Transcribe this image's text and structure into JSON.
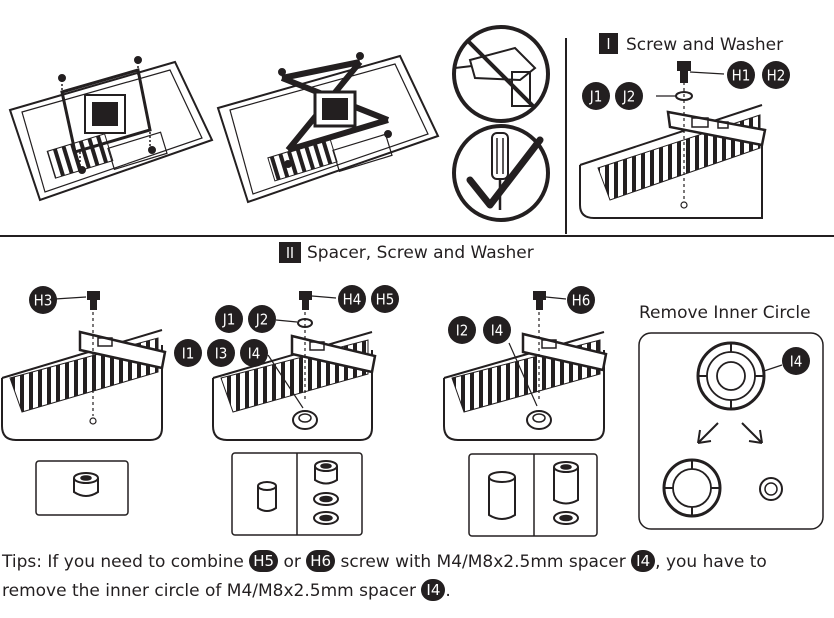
{
  "section1": {
    "roman": "I",
    "title": "Screw and Washer"
  },
  "section2": {
    "roman": "II",
    "title": "Spacer, Screw and Washer"
  },
  "remove": {
    "title": "Remove Inner Circle"
  },
  "badges": {
    "h1": "H1",
    "h2": "H2",
    "h3": "H3",
    "h4": "H4",
    "h5": "H5",
    "h6": "H6",
    "j1": "J1",
    "j2": "J2",
    "i1": "I1",
    "i2": "I2",
    "i3": "I3",
    "i4": "I4"
  },
  "tips": {
    "p1": "Tips: If you need to combine ",
    "h5": "H5",
    "p2": " or ",
    "h6": "H6",
    "p3": " screw with M4/M8x2.5mm spacer ",
    "i4a": "I4",
    "p4": ", you have to remove the inner circle of M4/M8x2.5mm spacer ",
    "i4b": "I4",
    "p5": "."
  },
  "colors": {
    "ink": "#231f20",
    "background": "#ffffff"
  }
}
